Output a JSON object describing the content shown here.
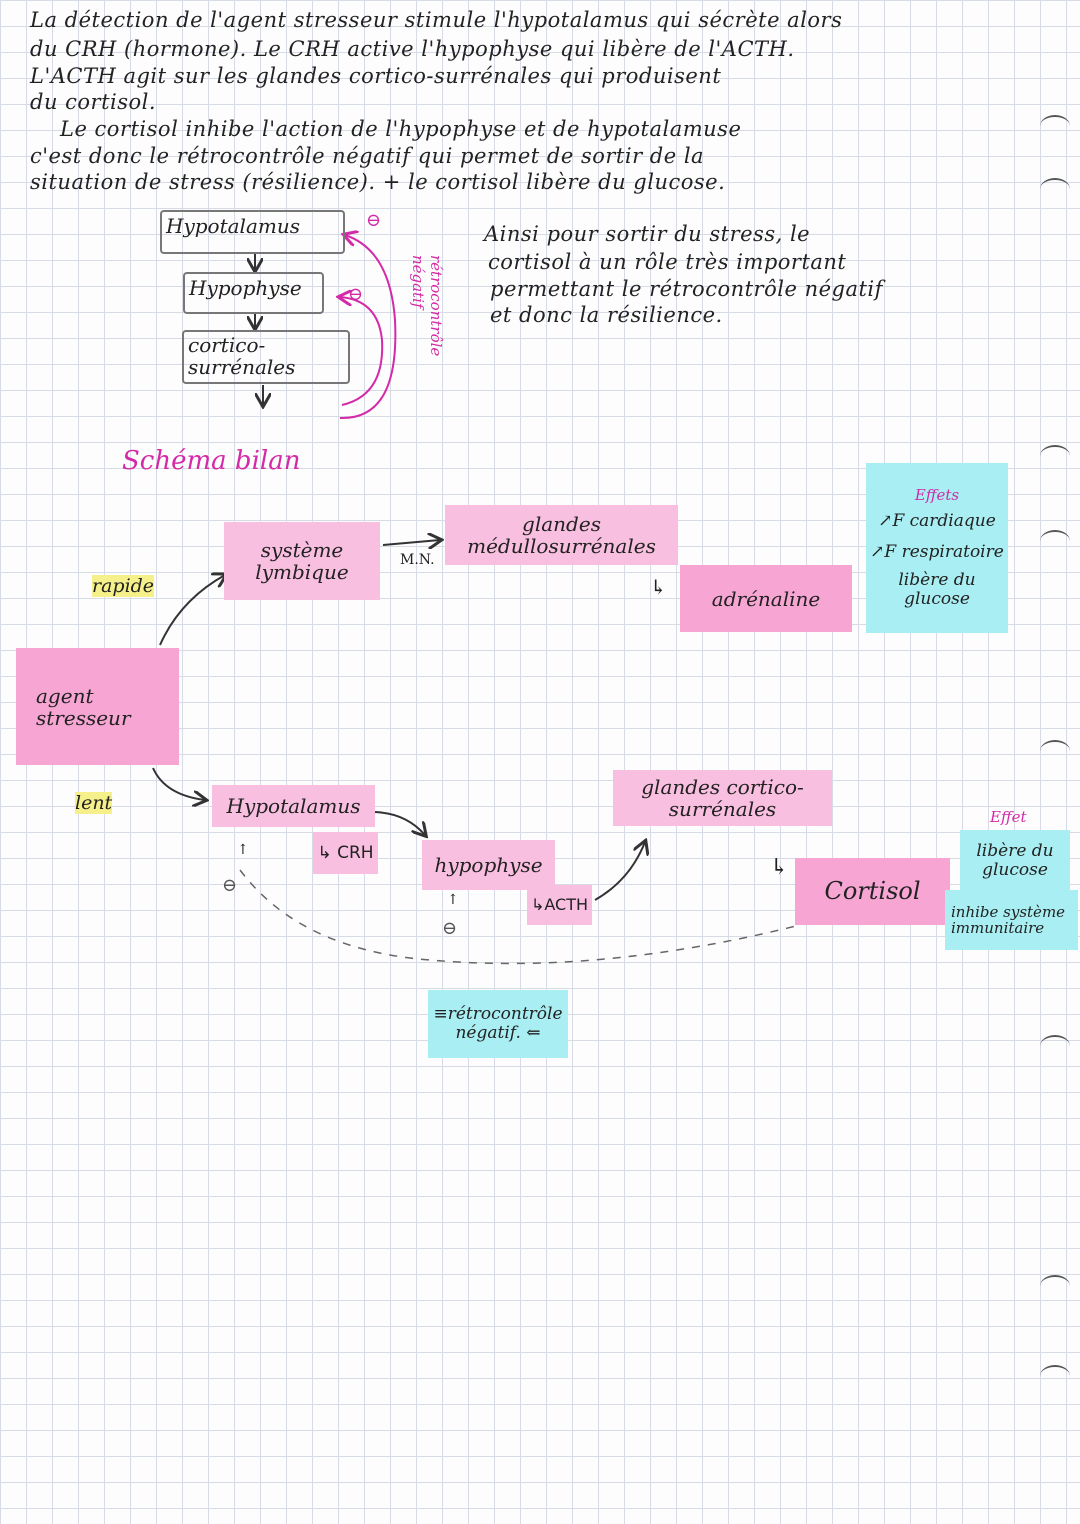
{
  "paragraph": [
    "La détection de l'agent stresseur stimule l'hypotalamus qui sécrète alors",
    "du CRH (hormone). Le CRH active l'hypophyse qui libère de l'ACTH.",
    "L'ACTH agit sur les glandes cortico-surrénales qui produisent",
    "du cortisol.",
    "Le cortisol inhibe l'action de l'hypophyse et de hypotalamuse",
    "c'est donc le rétrocontrôle négatif qui permet de sortir de la",
    "situation de stress (résilience). + le cortisol libère du glucose."
  ],
  "small_diagram": {
    "boxes": [
      "Hypotalamus",
      "Hypophyse",
      "cortico-surrénales"
    ],
    "minus": "⊖",
    "feedback_label": "rétrocontrôle négatif"
  },
  "conclusion": [
    "Ainsi pour sortir du stress, le",
    "cortisol à un rôle très important",
    "permettant le rétrocontrôle négatif",
    "et donc la résilience."
  ],
  "schema": {
    "title": "Schéma bilan",
    "agent": "agent stresseur",
    "rapide": "rapide",
    "lent": "lent",
    "limbique": "système lymbique",
    "mn": "M.N.",
    "medullo": "glandes médullosurrénales",
    "adrenaline": "adrénaline",
    "effets_title": "Effets",
    "effets": [
      "↗F cardiaque",
      "↗F respiratoire",
      "libère du glucose"
    ],
    "hypotalamus": "Hypotalamus",
    "crh": "↳ CRH",
    "hypophyse": "hypophyse",
    "acth": "↳ACTH",
    "cortico": "glandes cortico-surrénales",
    "cortisol": "Cortisol",
    "effet_title": "Effet",
    "effet1": "libère du glucose",
    "effet2": "inhibe système immunitaire",
    "retro": "≡rétrocontrôle négatif. ⇐",
    "minus": "⊖"
  },
  "colors": {
    "highlight_pink": "#f7a6d4",
    "cyan": "#a8eef2",
    "magenta": "#d42aa8"
  }
}
